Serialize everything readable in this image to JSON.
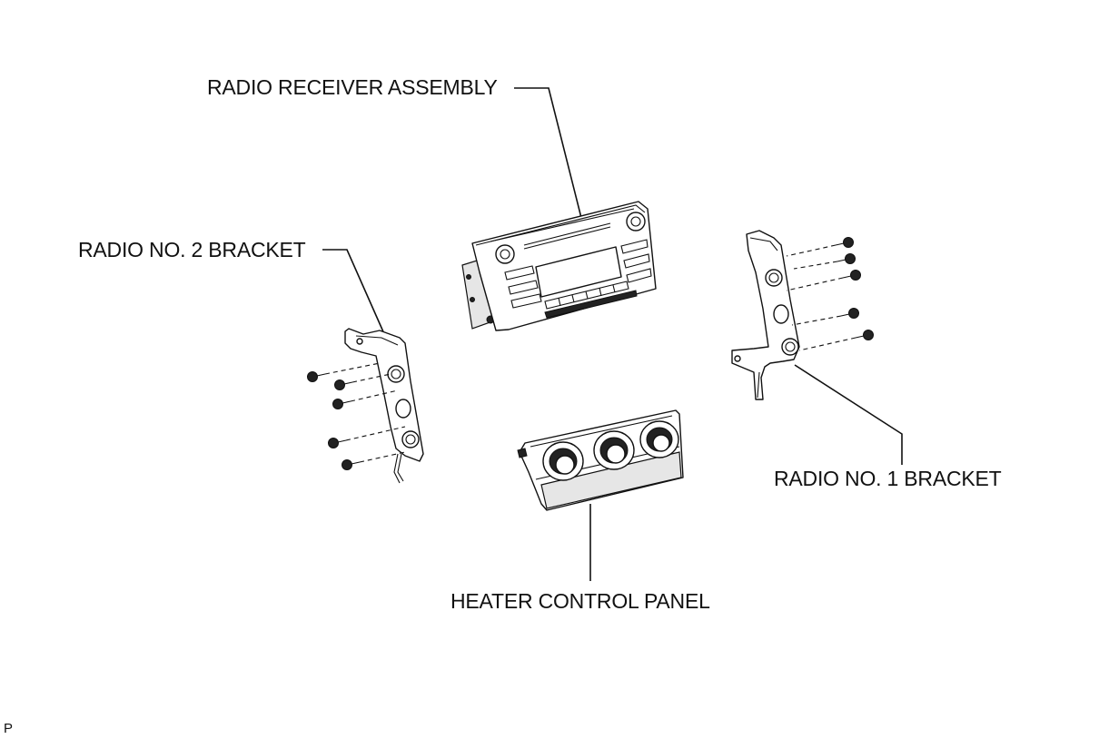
{
  "labels": {
    "radio_receiver": "RADIO RECEIVER ASSEMBLY",
    "bracket_2": "RADIO NO. 2 BRACKET",
    "bracket_1": "RADIO NO. 1 BRACKET",
    "heater_panel": "HEATER CONTROL PANEL"
  },
  "corner_code": "P"
}
